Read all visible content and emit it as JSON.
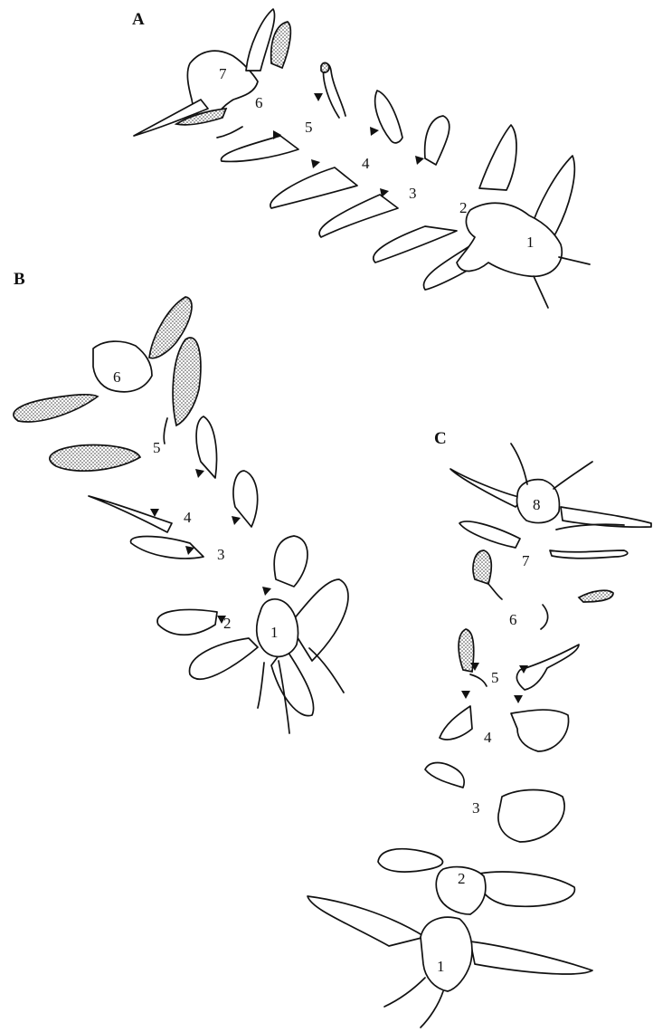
{
  "figure": {
    "panels": [
      {
        "id": "A",
        "label": "A",
        "segments": [
          "1",
          "2",
          "3",
          "4",
          "5",
          "6",
          "7"
        ]
      },
      {
        "id": "B",
        "label": "B",
        "segments": [
          "1",
          "2",
          "3",
          "4",
          "5",
          "6"
        ]
      },
      {
        "id": "C",
        "label": "C",
        "segments": [
          "1",
          "2",
          "3",
          "4",
          "5",
          "6",
          "7",
          "8"
        ]
      }
    ]
  },
  "colors": {
    "line": "#111111",
    "background": "#ffffff"
  }
}
